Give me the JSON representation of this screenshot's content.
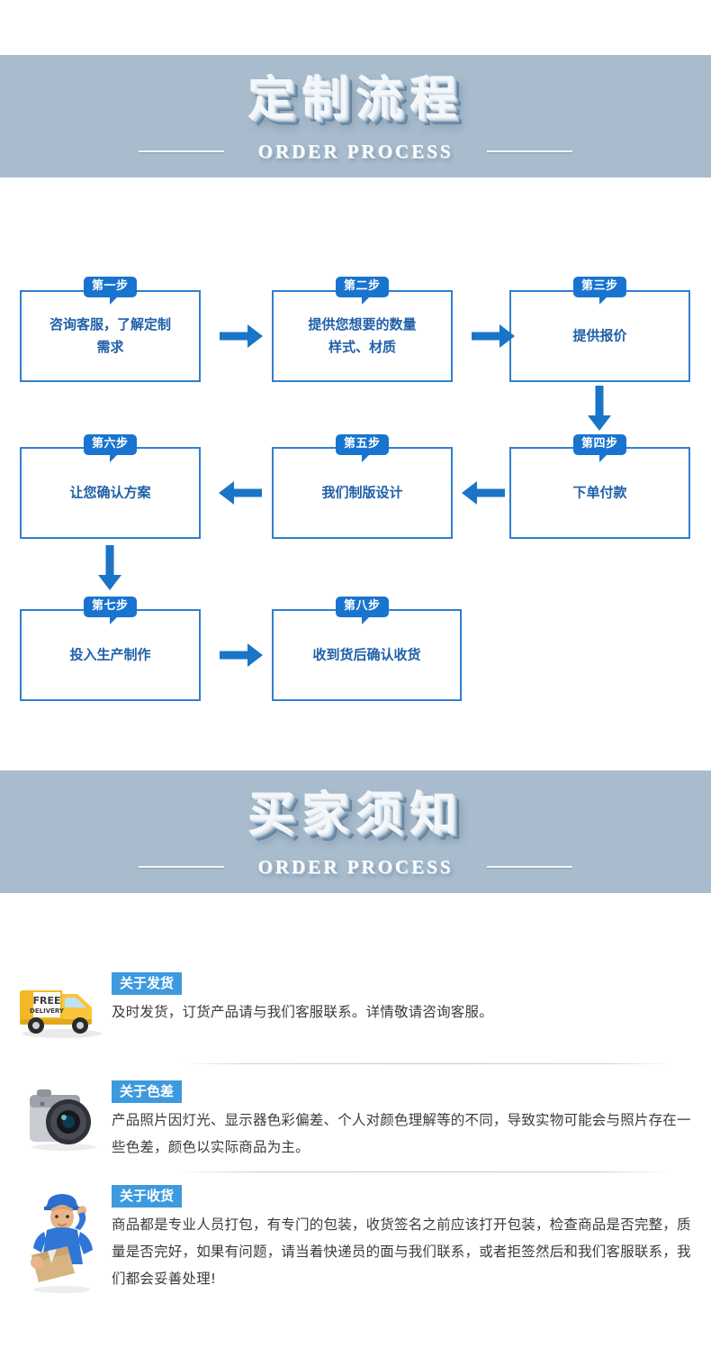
{
  "banners": [
    {
      "title": "定制流程",
      "subtitle": "ORDER PROCESS"
    },
    {
      "title": "买家须知",
      "subtitle": "ORDER PROCESS"
    }
  ],
  "colors": {
    "banner_bg": "#a8bccd",
    "box_border": "#2f7fd0",
    "box_text": "#2060a8",
    "badge_bg": "#1874cf",
    "arrow": "#1a74c8",
    "tag_bg": "#3d9ade",
    "notice_text": "#3b3b3b"
  },
  "flow": {
    "steps": [
      {
        "badge": "第一步",
        "text": "咨询客服，了解定制需求"
      },
      {
        "badge": "第二步",
        "text": "提供您想要的数量样式、材质"
      },
      {
        "badge": "第三步",
        "text": "提供报价"
      },
      {
        "badge": "第四步",
        "text": "下单付款"
      },
      {
        "badge": "第五步",
        "text": "我们制版设计"
      },
      {
        "badge": "第六步",
        "text": "让您确认方案"
      },
      {
        "badge": "第七步",
        "text": "投入生产制作"
      },
      {
        "badge": "第八步",
        "text": "收到货后确认收货"
      }
    ],
    "step_lines": {
      "s1": [
        "咨询客服，了解定制",
        "需求"
      ],
      "s2": [
        "提供您想要的数量",
        "样式、材质"
      ]
    },
    "arrows": [
      {
        "name": "arrow-step1-to-step2",
        "direction": "right"
      },
      {
        "name": "arrow-step2-to-step3",
        "direction": "right"
      },
      {
        "name": "arrow-step3-to-step4",
        "direction": "down"
      },
      {
        "name": "arrow-step4-to-step5",
        "direction": "left"
      },
      {
        "name": "arrow-step5-to-step6",
        "direction": "left"
      },
      {
        "name": "arrow-step6-to-step7",
        "direction": "down"
      },
      {
        "name": "arrow-step7-to-step8",
        "direction": "right"
      }
    ]
  },
  "notices": [
    {
      "icon": "delivery-truck-icon",
      "icon_text_line1": "FREE",
      "icon_text_line2": "DELIVERY",
      "tag": "关于发货",
      "text": "及时发货，订货产品请与我们客服联系。详情敬请咨询客服。"
    },
    {
      "icon": "camera-icon",
      "tag": "关于色差",
      "text": "产品照片因灯光、显示器色彩偏差、个人对颜色理解等的不同，导致实物可能会与照片存在一些色差，颜色以实际商品为主。"
    },
    {
      "icon": "delivery-man-icon",
      "tag": "关于收货",
      "text": "商品都是专业人员打包，有专门的包装，收货签名之前应该打开包装，检查商品是否完整，质量是否完好，如果有问题，请当着快递员的面与我们联系，或者拒签然后和我们客服联系，我们都会妥善处理!"
    }
  ]
}
